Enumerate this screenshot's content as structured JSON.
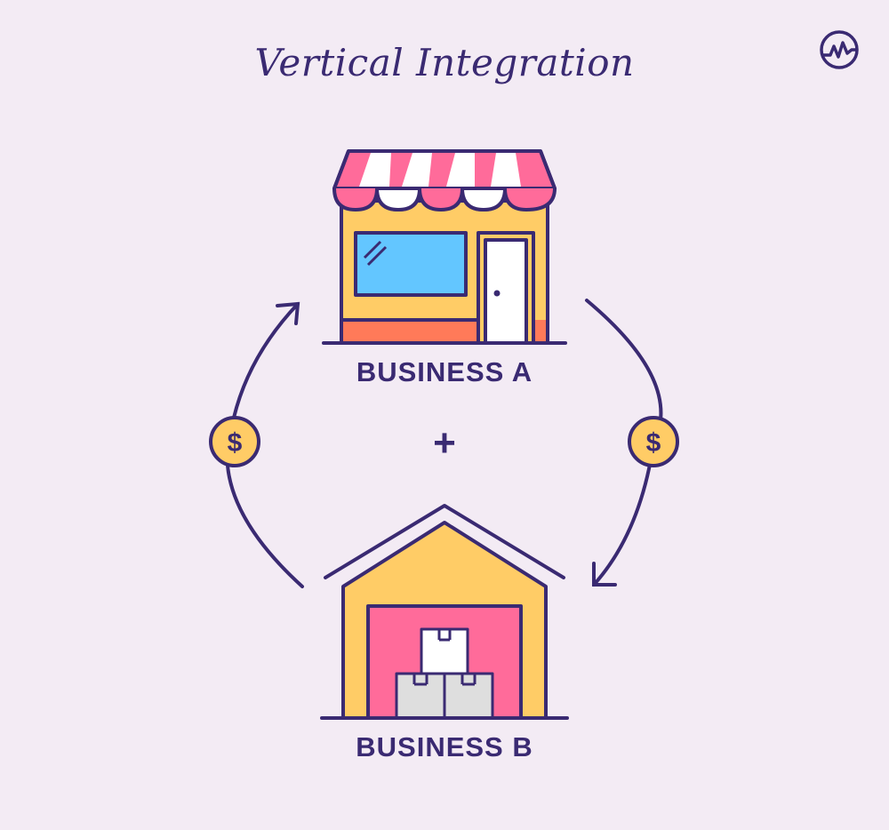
{
  "title": "Vertical Integration",
  "nodes": {
    "business_a": {
      "label": "BUSINESS A",
      "icon": "storefront-icon"
    },
    "business_b": {
      "label": "BUSINESS B",
      "icon": "warehouse-icon"
    }
  },
  "center_symbol": "+",
  "flow_symbol": "$",
  "colors": {
    "background": "#f3ebf4",
    "ink": "#3a2a72",
    "yellow": "#ffcc66",
    "pink": "#ff6b9a",
    "blue": "#63c6ff",
    "orange": "#ff7a59",
    "white": "#ffffff",
    "gray": "#dedede"
  }
}
